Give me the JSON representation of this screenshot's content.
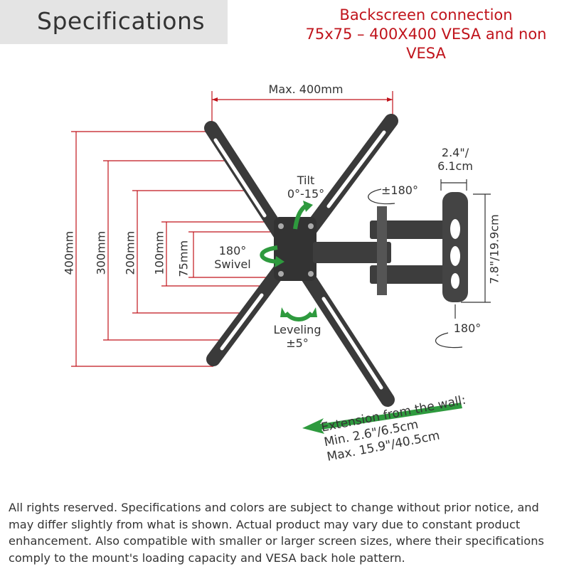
{
  "header": {
    "title": "Specifications"
  },
  "connection": {
    "line1": "Backscreen connection",
    "line2": "75x75 – 400X400 VESA and non VESA"
  },
  "dimensions": {
    "max_width": "Max. 400mm",
    "heights": [
      "400mm",
      "300mm",
      "200mm",
      "100mm",
      "75mm"
    ],
    "wall_plate_width_line1": "2.4\"/",
    "wall_plate_width_line2": "6.1cm",
    "wall_plate_height": "7.8\"/19.9cm"
  },
  "features": {
    "tilt_line1": "Tilt",
    "tilt_line2": "0°-15°",
    "swivel_line1": "180°",
    "swivel_line2": "Swivel",
    "leveling_line1": "Leveling",
    "leveling_line2": "±5°",
    "arm_rotation": "±180°",
    "wall_rotation": "180°"
  },
  "extension": {
    "title": "Extension from the wall:",
    "min": "Min. 2.6\"/6.5cm",
    "max": "Max. 15.9\"/40.5cm"
  },
  "footer": {
    "disclaimer": "All rights reserved. Specifications and colors are subject to change without prior notice, and may differ slightly from what is shown. Actual product may vary due to constant product enhancement. Also compatible with smaller or larger screen sizes, where their specifications comply to the mount's loading capacity and VESA back hole pattern."
  },
  "colors": {
    "accent_red": "#c0141c",
    "arrow_green": "#2e9a3e",
    "mount": "#3a3a3a"
  }
}
